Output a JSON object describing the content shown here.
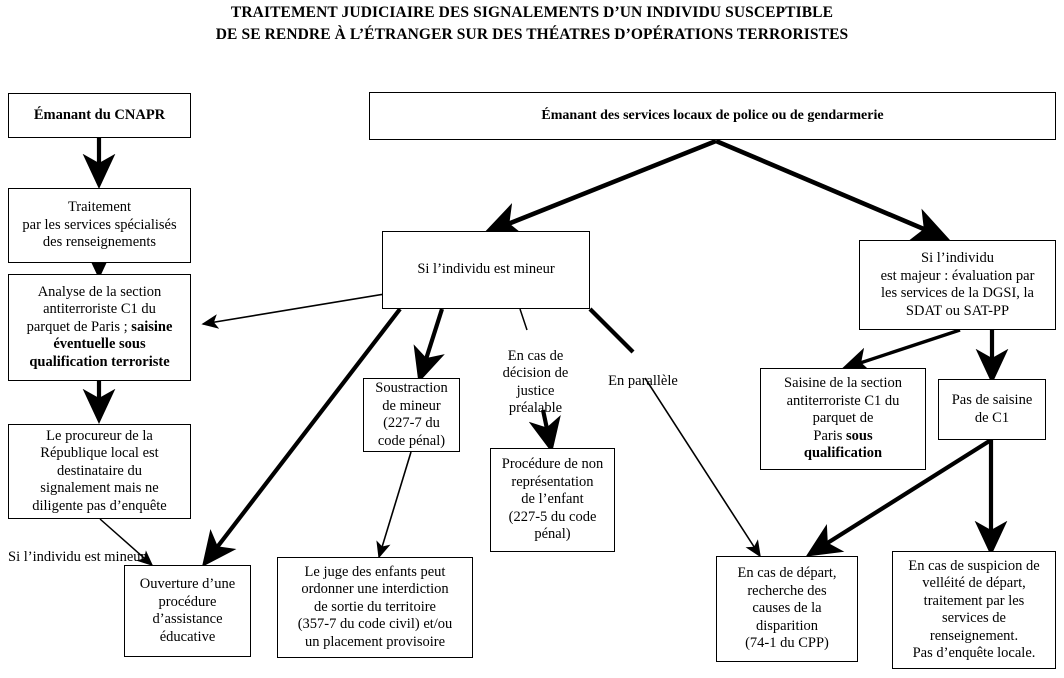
{
  "title": {
    "line1": "TRAITEMENT JUDICIAIRE DES SIGNALEMENTS D’UN INDIVIDU SUSCEPTIBLE",
    "line2": "DE SE RENDRE À L’ÉTRANGER SUR DES THÉATRES D’OPÉRATIONS TERRORISTES"
  },
  "colors": {
    "stroke": "#000000",
    "background": "#ffffff",
    "text": "#000000"
  },
  "boxes": {
    "cnapr": "Émanant du CNAPR",
    "services_locaux": "Émanant des services locaux de police ou de gendarmerie",
    "traitement": "Traitement\npar les services spécialisés\ndes renseignements",
    "analyse_plain": "Analyse de la section\nantiterroriste C1 du\nparquet de Paris ; ",
    "analyse_bold": "saisine\néventuelle sous\nqualification terroriste",
    "procureur": "Le procureur de la\nRépublique local est\ndestinataire du\nsignalement mais ne\ndiligente pas d’enquête",
    "ouverture": "Ouverture d’une\nprocédure\nd’assistance\néducative",
    "mineur": "Si l’individu est mineur",
    "soustraction": "Soustraction\nde mineur\n(227-7 du\ncode pénal)",
    "juge_enfants": "Le juge des enfants peut\nordonner une interdiction\nde sortie du territoire\n(357-7 du code civil) et/ou\nun placement provisoire",
    "non_representation": "Procédure de non\nreprésentation\nde l’enfant\n(227-5 du code\npénal)",
    "majeur": "Si l’individu\nest majeur : évaluation par\nles services de la DGSI, la\nSDAT ou SAT-PP",
    "saisine_c1_plain": "Saisine de la section\nantiterroriste C1 du\nparquet de\nParis ",
    "saisine_c1_bold": "sous\nqualification",
    "pas_saisine": "Pas de saisine\nde C1",
    "depart": "En cas de départ,\nrecherche des\ncauses de la\ndisparition\n(74-1 du CPP)",
    "suspicion": "En cas de suspicion de\nvelléité de départ,\ntraitement par les\nservices de\nrenseignement.\nPas d’enquête locale."
  },
  "edge_labels": {
    "si_mineur_left": "Si l’individu est mineur",
    "decision_justice": "En cas de\ndécision de\njustice\npréalable",
    "en_parallele": "En parallèle"
  }
}
